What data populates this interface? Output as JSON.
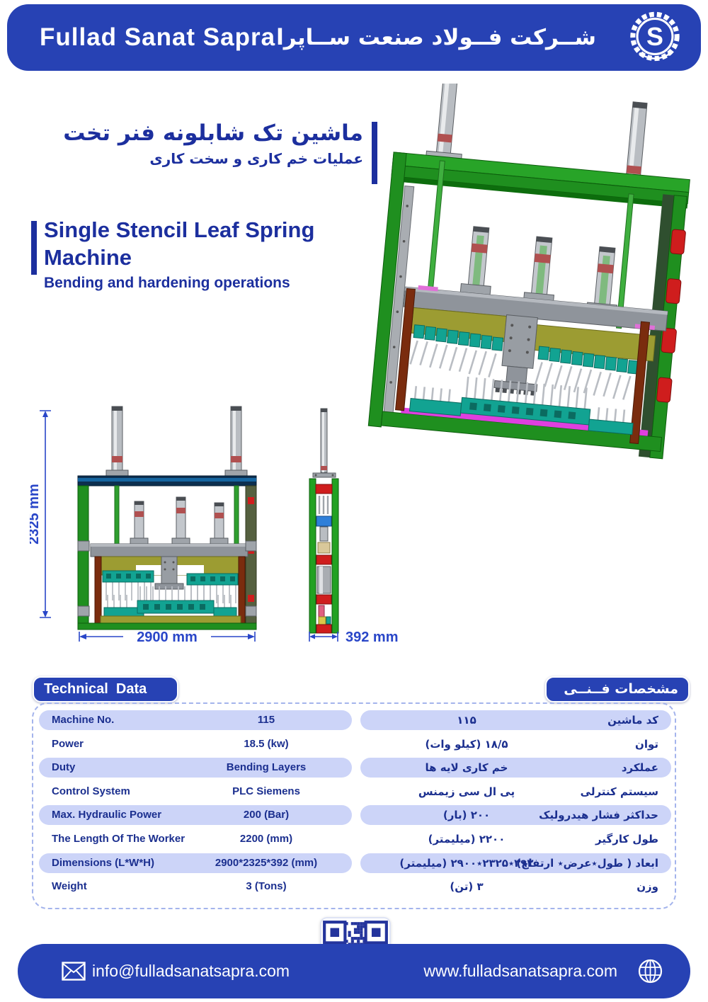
{
  "header": {
    "title_en": "Fullad Sanat Sapra",
    "title_fa": "شــرکت فــولاد صنعت ســاپرا",
    "logo_letter": "S"
  },
  "hero": {
    "title_fa": "ماشین تک شابلونه فنر تخت",
    "subtitle_fa": "عملیات خم کاری و سخت کاری",
    "title_en": "Single Stencil Leaf Spring Machine",
    "subtitle_en": "Bending and hardening operations"
  },
  "drawings": {
    "height_label": "2325 mm",
    "width_label": "2900 mm",
    "depth_label": "392 mm"
  },
  "table": {
    "title_en": "Technical  Data",
    "title_fa": "مشخصات فــنــی",
    "rows": [
      {
        "label_en": "Machine No.",
        "value_en": "115",
        "value_fa": "۱۱۵",
        "label_fa": "کد ماشین"
      },
      {
        "label_en": "Power",
        "value_en": "18.5 (kw)",
        "value_fa": "۱۸/۵ (کیلو وات)",
        "label_fa": "توان"
      },
      {
        "label_en": "Duty",
        "value_en": "Bending Layers",
        "value_fa": "خم کاری لایه ها",
        "label_fa": "عملکرد"
      },
      {
        "label_en": "Control System",
        "value_en": "PLC Siemens",
        "value_fa": "پی ال سی زیمنس",
        "label_fa": "سیستم کنترلی"
      },
      {
        "label_en": "Max. Hydraulic Power",
        "value_en": "200 (Bar)",
        "value_fa": "۲۰۰ (بار)",
        "label_fa": "حداکثر فشار هیدرولیک"
      },
      {
        "label_en": "The Length Of The Worker",
        "value_en": "2200 (mm)",
        "value_fa": "۲۲۰۰ (میلیمتر)",
        "label_fa": "طول کارگیر"
      },
      {
        "label_en": "Dimensions (L*W*H)",
        "value_en": "2900*2325*392 (mm)",
        "value_fa": "۳۹۲٭۲۳۲۵٭۲۹۰۰ (میلیمتر)",
        "label_fa": "ابعاد ( طول٭عرض٭ ارتفاع)"
      },
      {
        "label_en": "Weight",
        "value_en": "3 (Tons)",
        "value_fa": "۳ (تن)",
        "label_fa": "وزن"
      }
    ]
  },
  "footer": {
    "email": "info@fulladsanatsapra.com",
    "website": "www.fulladsanatsapra.com"
  },
  "colors": {
    "brand_blue": "#2742b4",
    "ink_blue": "#1c2f9e",
    "table_ink": "#1b2f8f",
    "row_blue": "#ccd4f8",
    "dim_blue": "#2946c8",
    "machine_green": "#1f8f1f",
    "machine_olive": "#9c9c32",
    "machine_teal": "#12a392",
    "machine_red": "#cf1d1d",
    "machine_magenta": "#df3fdf"
  }
}
